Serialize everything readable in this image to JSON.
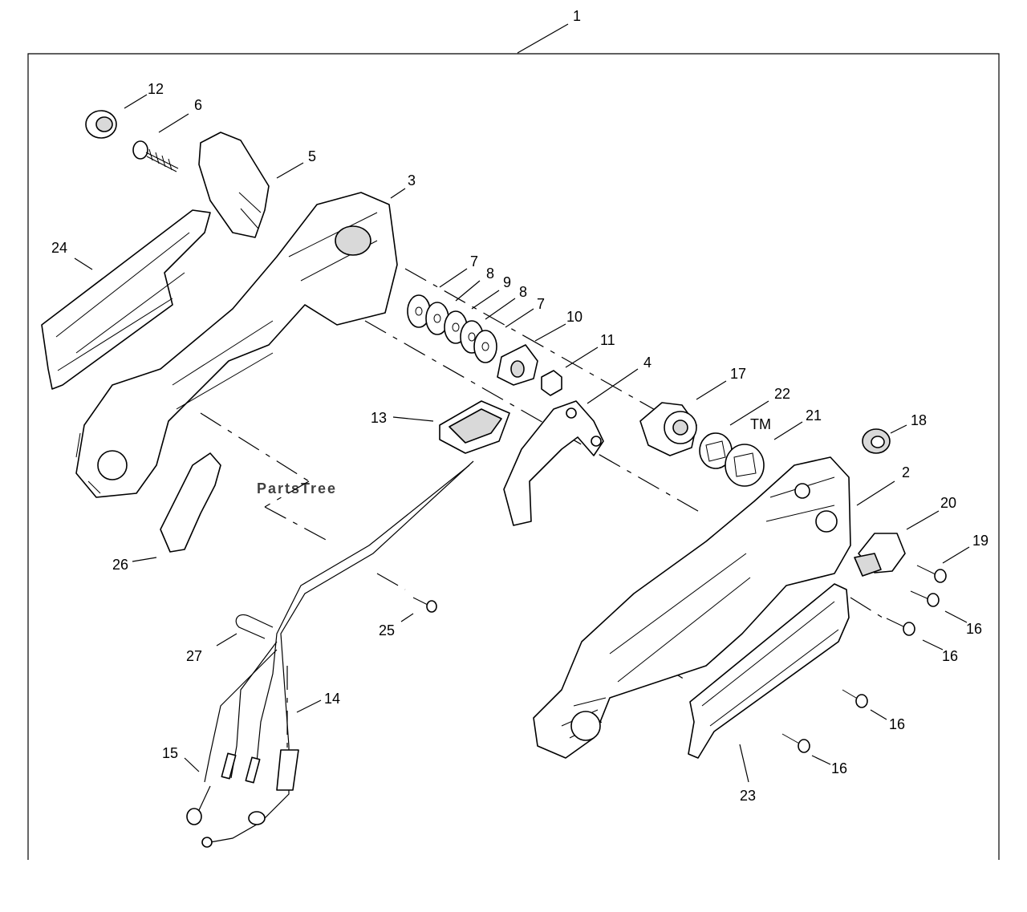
{
  "watermark": {
    "text": "PartsTree",
    "trademark": "TM"
  },
  "callouts": [
    {
      "id": "1",
      "label": "1"
    },
    {
      "id": "12",
      "label": "12"
    },
    {
      "id": "6",
      "label": "6"
    },
    {
      "id": "5",
      "label": "5"
    },
    {
      "id": "3",
      "label": "3"
    },
    {
      "id": "24",
      "label": "24"
    },
    {
      "id": "7a",
      "label": "7"
    },
    {
      "id": "8a",
      "label": "8"
    },
    {
      "id": "9",
      "label": "9"
    },
    {
      "id": "8b",
      "label": "8"
    },
    {
      "id": "7b",
      "label": "7"
    },
    {
      "id": "10",
      "label": "10"
    },
    {
      "id": "11",
      "label": "11"
    },
    {
      "id": "4",
      "label": "4"
    },
    {
      "id": "17",
      "label": "17"
    },
    {
      "id": "22",
      "label": "22"
    },
    {
      "id": "21",
      "label": "21"
    },
    {
      "id": "18",
      "label": "18"
    },
    {
      "id": "13",
      "label": "13"
    },
    {
      "id": "2",
      "label": "2"
    },
    {
      "id": "20",
      "label": "20"
    },
    {
      "id": "19",
      "label": "19"
    },
    {
      "id": "26",
      "label": "26"
    },
    {
      "id": "25",
      "label": "25"
    },
    {
      "id": "16a",
      "label": "16"
    },
    {
      "id": "16b",
      "label": "16"
    },
    {
      "id": "16c",
      "label": "16"
    },
    {
      "id": "16d",
      "label": "16"
    },
    {
      "id": "27",
      "label": "27"
    },
    {
      "id": "14",
      "label": "14"
    },
    {
      "id": "15",
      "label": "15"
    },
    {
      "id": "23",
      "label": "23"
    }
  ]
}
